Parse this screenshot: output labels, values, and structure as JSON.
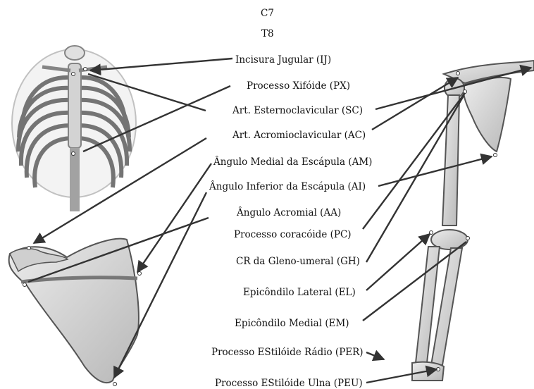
{
  "header_lines": [
    "C7",
    "T8"
  ],
  "labels": [
    "Incisura Jugular (IJ)",
    "Processo Xifóide (PX)",
    "Art. Esternoclavicular (SC)",
    "Art. Acromioclavicular (AC)",
    "Ângulo Medial da Escápula (AM)",
    "Ângulo  Inferior da Escápula (AI)",
    "Ângulo Acromial (AA)",
    "Processo coracóide (PC)",
    "CR da Gleno-umeral (GH)",
    "Epicôndilo Lateral (EL)",
    "Epicôndilo Medial (EM)",
    "Processo EStilóide Rádio (PER)",
    "Processo EStilóide Ulna (PEU)"
  ],
  "colors": {
    "arrow": "#333333",
    "bone_fill": "#d8d8d8",
    "bone_shade": "#9a9a9a",
    "bone_outline": "#555555"
  }
}
